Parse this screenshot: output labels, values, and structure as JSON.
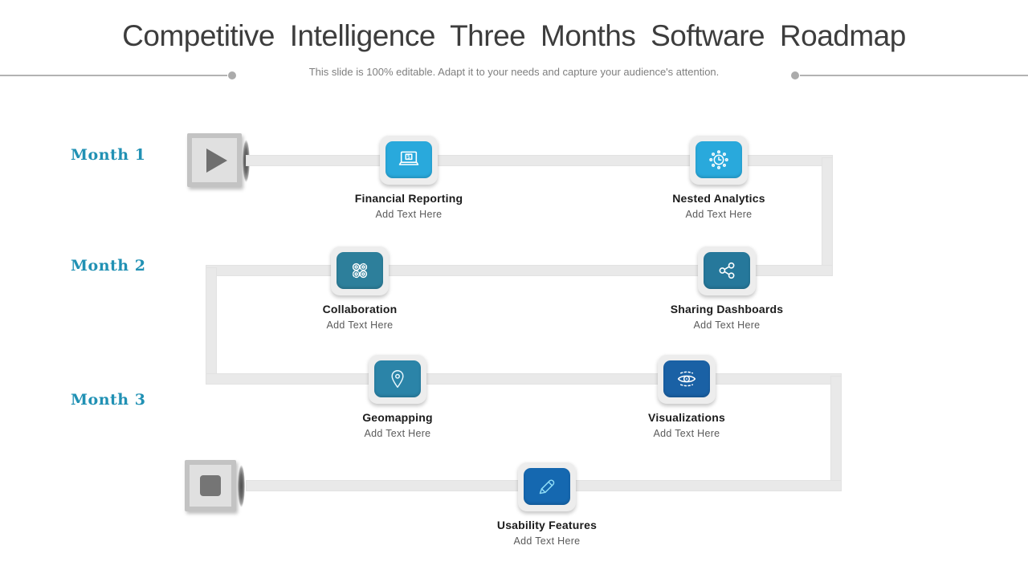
{
  "slide": {
    "title": "Competitive Intelligence Three Months Software Roadmap",
    "subtitle": "This slide is 100% editable. Adapt it to your needs and capture your audience's attention."
  },
  "months": [
    {
      "label": "Month 1"
    },
    {
      "label": "Month 2"
    },
    {
      "label": "Month 3"
    }
  ],
  "milestones": [
    {
      "name": "Financial Reporting",
      "sub": "Add Text Here",
      "icon": "laptop-dollar-icon",
      "color": "#29a9dc"
    },
    {
      "name": "Nested Analytics",
      "sub": "Add Text Here",
      "icon": "clock-gear-icon",
      "color": "#29a9dc"
    },
    {
      "name": "Collaboration",
      "sub": "Add Text Here",
      "icon": "group-circles-icon",
      "color": "#2d7f9b"
    },
    {
      "name": "Sharing Dashboards",
      "sub": "Add Text Here",
      "icon": "share-icon",
      "color": "#26789b"
    },
    {
      "name": "Geomapping",
      "sub": "Add Text Here",
      "icon": "map-pin-icon",
      "color": "#2b84a8"
    },
    {
      "name": "Visualizations",
      "sub": "Add Text Here",
      "icon": "eye-icon",
      "color": "#1a61a5"
    },
    {
      "name": "Usability Features",
      "sub": "Add Text Here",
      "icon": "pencil-icon",
      "color": "#1568b0"
    }
  ],
  "markers": {
    "start": "play-icon",
    "end": "stop-icon"
  },
  "colors": {
    "month_label": "#2191b4",
    "path_gray": "#e9e9e9",
    "title_text": "#3d3d3d",
    "subtitle_text": "#7f7f7f"
  }
}
